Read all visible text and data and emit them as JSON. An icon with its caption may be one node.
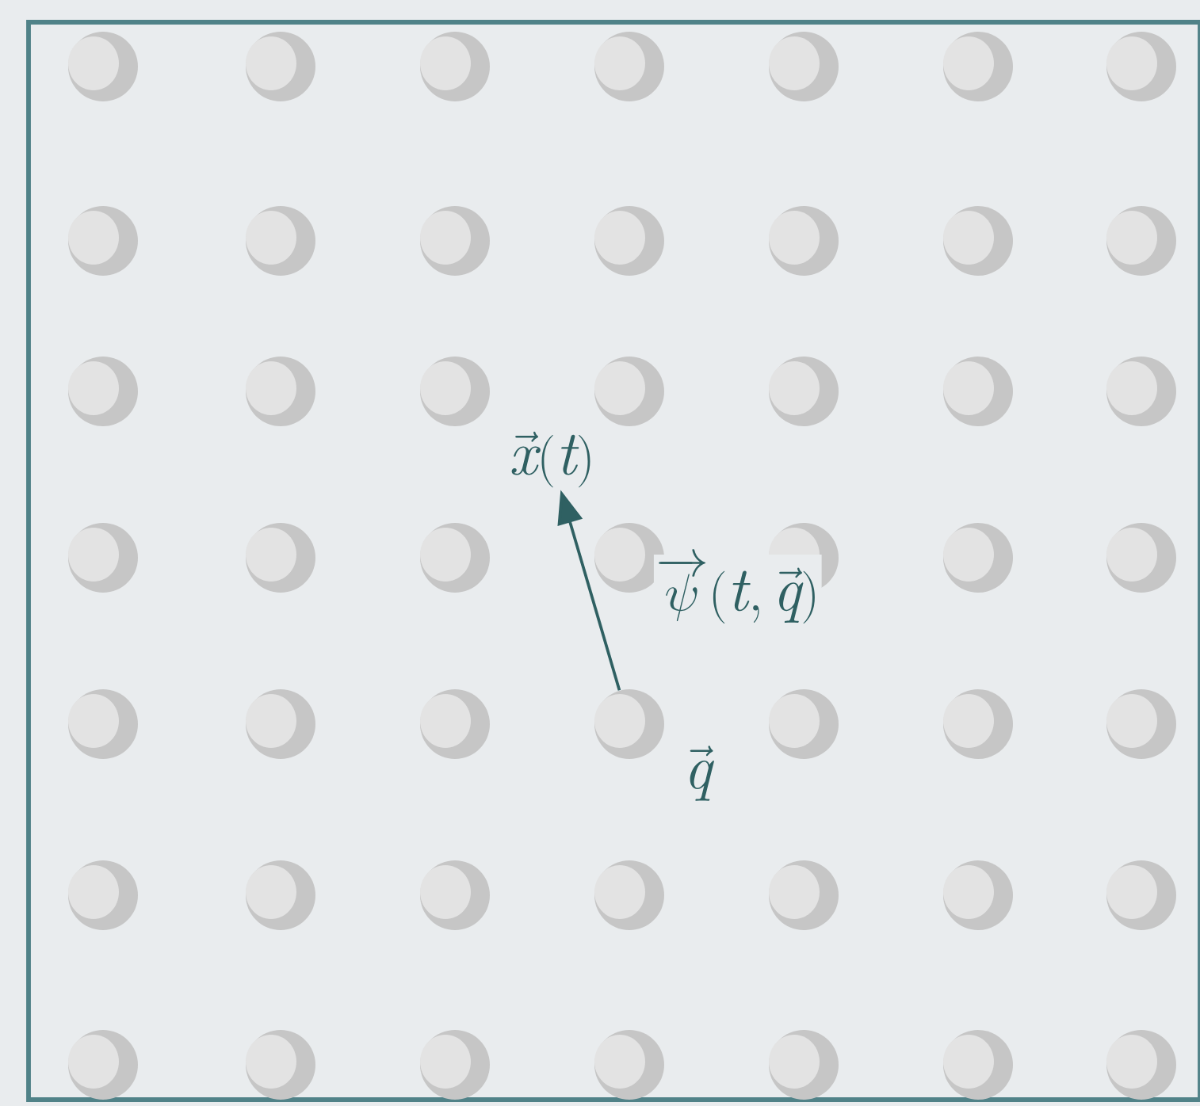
{
  "diagram": {
    "nodes": [
      {
        "text": [],
        "shape": "circle"
      },
      {
        "text": [],
        "shape": "circle"
      },
      {
        "text": [],
        "shape": "circle"
      },
      {
        "text": [],
        "shape": "circle"
      },
      {
        "text": [],
        "shape": "circle"
      },
      {
        "text": [],
        "shape": "circle"
      },
      {
        "text": [],
        "shape": "circle"
      },
      {
        "text": [],
        "shape": "circle"
      },
      {
        "text": [],
        "shape": "circle"
      },
      {
        "text": [],
        "shape": "circle"
      },
      {
        "text": [],
        "shape": "circle"
      },
      {
        "text": [],
        "shape": "circle"
      },
      {
        "text": [],
        "shape": "circle"
      },
      {
        "text": [],
        "shape": "circle"
      },
      {
        "text": [],
        "shape": "circle"
      },
      {
        "text": [],
        "shape": "circle"
      },
      {
        "text": [],
        "shape": "circle"
      },
      {
        "text": [],
        "shape": "circle"
      },
      {
        "text": [],
        "shape": "circle"
      },
      {
        "text": [],
        "shape": "circle"
      },
      {
        "text": [],
        "shape": "circle"
      },
      {
        "text": [],
        "shape": "circle"
      },
      {
        "text": [],
        "shape": "circle"
      },
      {
        "text": [],
        "shape": "circle"
      },
      {
        "text": [],
        "shape": "circle"
      },
      {
        "text": [],
        "shape": "circle"
      },
      {
        "text": [],
        "shape": "circle"
      },
      {
        "text": [],
        "shape": "circle"
      },
      {
        "text": [],
        "shape": "circle"
      },
      {
        "text": [],
        "shape": "circle"
      },
      {
        "text": [],
        "shape": "circle"
      },
      {
        "text": [],
        "shape": "circle"
      },
      {
        "text": [],
        "shape": "circle"
      },
      {
        "text": [],
        "shape": "circle"
      },
      {
        "text": [],
        "shape": "circle"
      },
      {
        "text": [],
        "shape": "circle"
      },
      {
        "text": [],
        "shape": "circle"
      },
      {
        "text": [],
        "shape": "circle"
      },
      {
        "text": [],
        "shape": "circle"
      },
      {
        "text": [],
        "shape": "circle"
      },
      {
        "text": [],
        "shape": "circle"
      },
      {
        "text": [],
        "shape": "circle"
      },
      {
        "text": [],
        "shape": "circle"
      },
      {
        "text": [],
        "shape": "circle"
      },
      {
        "text": [],
        "shape": "circle"
      },
      {
        "text": [],
        "shape": "circle"
      },
      {
        "text": [],
        "shape": "circle"
      },
      {
        "text": [],
        "shape": "circle"
      },
      {
        "text": [],
        "shape": "circle"
      },
      {
        "text": [
          "\\vec{x}(t)"
        ]
      }
    ],
    "edges": [
      {
        "from": 31,
        "to": 49,
        "arrow": "to",
        "label": "\\overrightarrow{\\psi}(t,\\vec{q})"
      }
    ],
    "labels": [
      "\\vec{q}"
    ]
  }
}
